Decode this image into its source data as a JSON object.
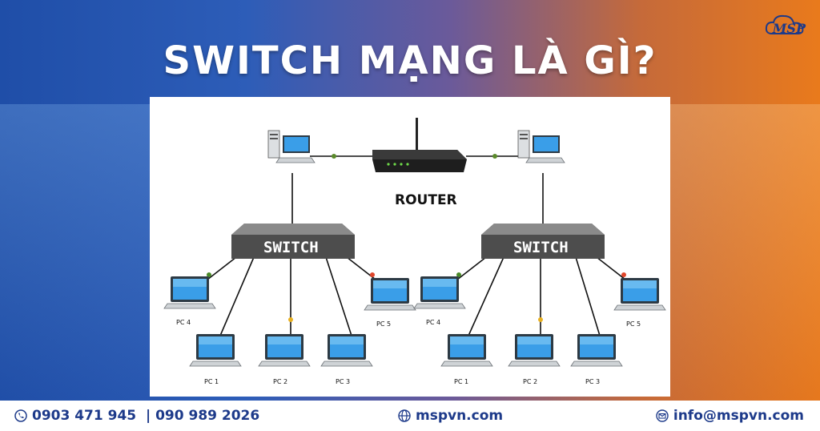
{
  "headline": "SWITCH MẠNG LÀ GÌ?",
  "logo": {
    "text": "MSP",
    "icon": "cloud-logo-icon"
  },
  "diagram": {
    "router_label": "ROUTER",
    "switch_label": "SWITCH",
    "pc_labels": [
      "PC 1",
      "PC 2",
      "PC 3",
      "PC 4",
      "PC 5"
    ]
  },
  "footer": {
    "phone": "0903 471 945  | 090 989 2026",
    "website": "mspvn.com",
    "email": "info@mspvn.com"
  },
  "colors": {
    "brand_blue": "#1d3a8a",
    "switch_gray": "#555555",
    "screen_blue": "#3a9ee8"
  }
}
